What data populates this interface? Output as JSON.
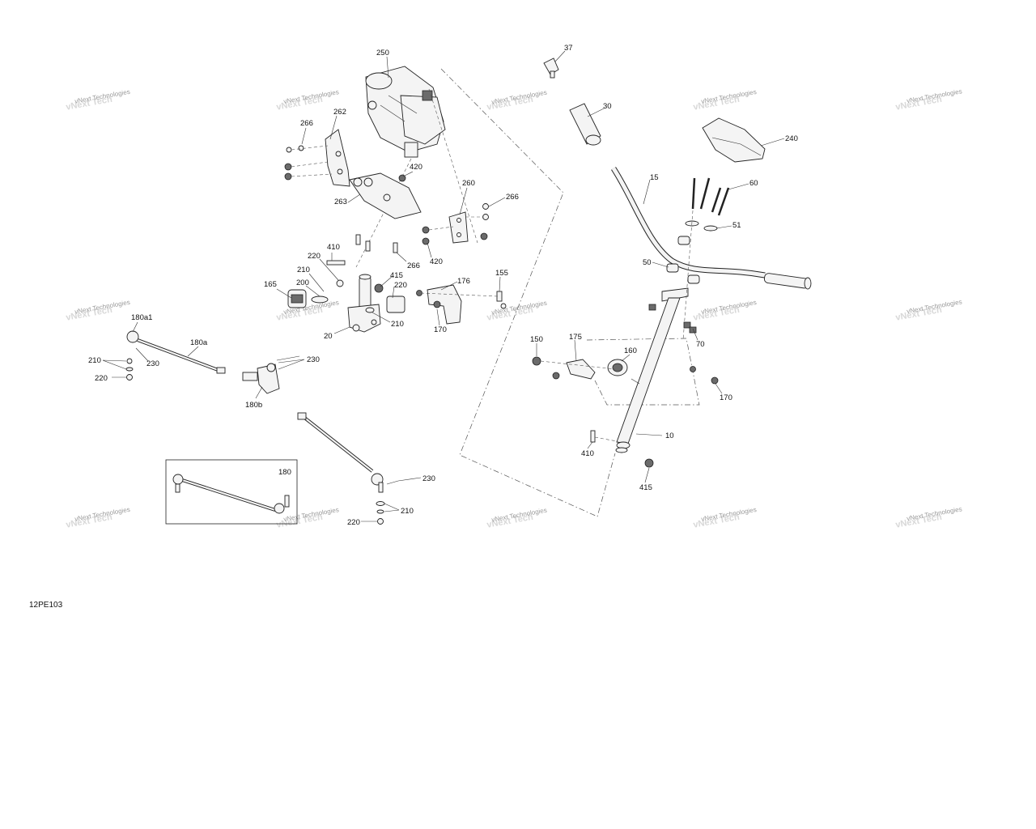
{
  "diagram_id": "12PE103",
  "watermark": "vNext Technologies",
  "callouts": {
    "c10": "10",
    "c15": "15",
    "c20": "20",
    "c30": "30",
    "c37": "37",
    "c50": "50",
    "c51": "51",
    "c60": "60",
    "c70": "70",
    "c150": "150",
    "c155": "155",
    "c160": "160",
    "c165": "165",
    "c170a": "170",
    "c170b": "170",
    "c175": "175",
    "c176": "176",
    "c180": "180",
    "c180a": "180a",
    "c180a1": "180a1",
    "c180b": "180b",
    "c200": "200",
    "c210a": "210",
    "c210b": "210",
    "c210c": "210",
    "c210d": "210",
    "c220a": "220",
    "c220b": "220",
    "c220c": "220",
    "c220d": "220",
    "c230a": "230",
    "c230b": "230",
    "c230c": "230",
    "c240": "240",
    "c250": "250",
    "c260": "260",
    "c262": "262",
    "c263": "263",
    "c266a": "266",
    "c266b": "266",
    "c266c": "266",
    "c410a": "410",
    "c410b": "410",
    "c415a": "415",
    "c415b": "415",
    "c420a": "420",
    "c420b": "420"
  }
}
